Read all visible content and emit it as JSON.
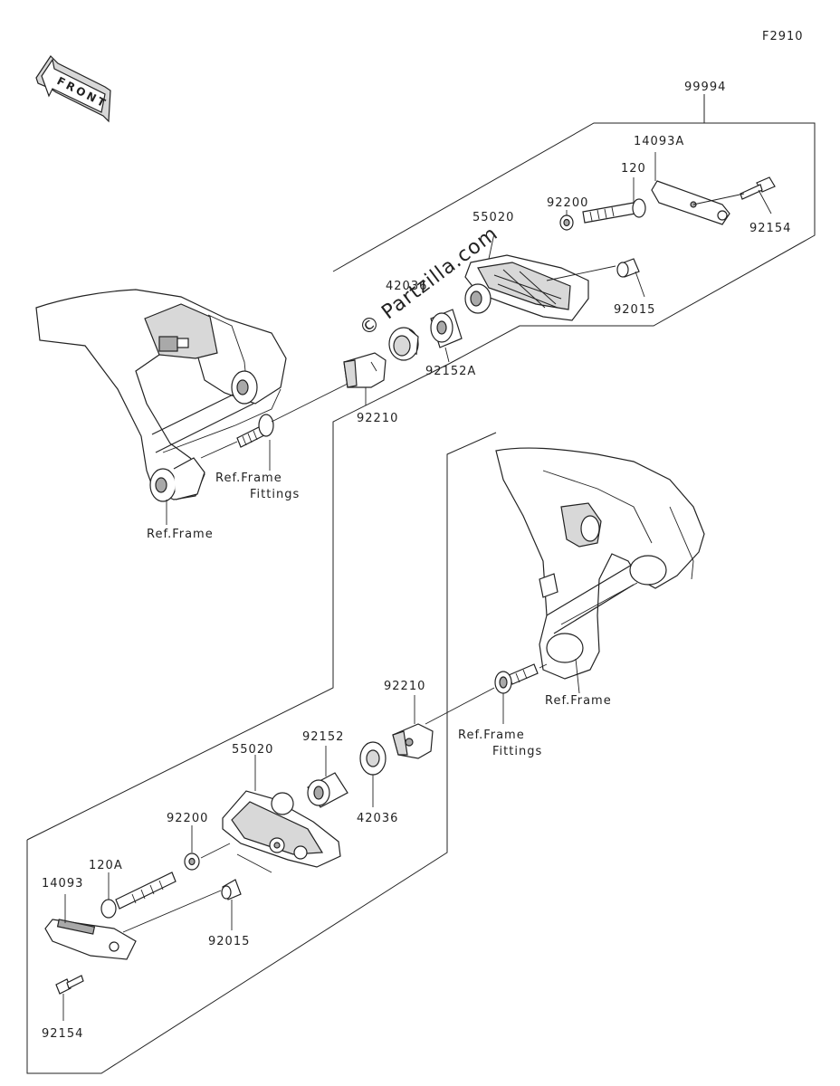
{
  "figure_code": "F2910",
  "front_label": "FRONT",
  "watermark": "© Partzilla.com",
  "labels": {
    "kit": "99994",
    "cover_upper": "14093A",
    "bolt_upper": "120",
    "screw_upper": "92154",
    "washer_upper": "92200",
    "slider_upper": "55020",
    "collar_upper": "92015",
    "plate_upper": "42036",
    "spacer_upper": "92152A",
    "bracket_upper": "92210",
    "ref_frame_fittings_upper_1": "Ref.Frame",
    "ref_frame_fittings_upper_2": "Fittings",
    "ref_frame_upper": "Ref.Frame",
    "bracket_lower": "92210",
    "ref_frame_fittings_lower_1": "Ref.Frame",
    "ref_frame_fittings_lower_2": "Fittings",
    "ref_frame_lower": "Ref.Frame",
    "spacer_lower": "92152",
    "plate_lower": "42036",
    "slider_lower": "55020",
    "washer_lower": "92200",
    "bolt_lower": "120A",
    "cover_lower": "14093",
    "collar_lower": "92015",
    "screw_lower": "92154"
  },
  "colors": {
    "line": "#222222",
    "shade": "#d8d8d8",
    "dark": "#a9a9a9"
  }
}
